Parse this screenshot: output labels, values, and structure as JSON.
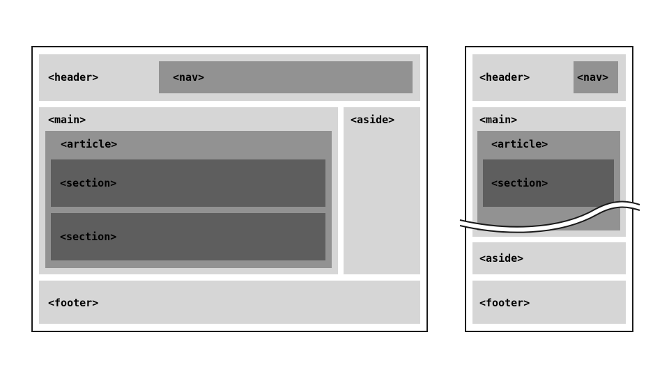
{
  "wide": {
    "header": "<header>",
    "nav": "<nav>",
    "main": "<main>",
    "article": "<article>",
    "section_1": "<section>",
    "section_2": "<section>",
    "aside": "<aside>",
    "footer": "<footer>"
  },
  "narrow": {
    "header": "<header>",
    "nav": "<nav>",
    "main": "<main>",
    "article": "<article>",
    "section": "<section>",
    "aside": "<aside>",
    "footer": "<footer>"
  },
  "colors": {
    "light_region": "#d6d6d6",
    "mid_region": "#929292",
    "dark_region": "#5e5e5e",
    "frame_border": "#1a1a1a"
  }
}
